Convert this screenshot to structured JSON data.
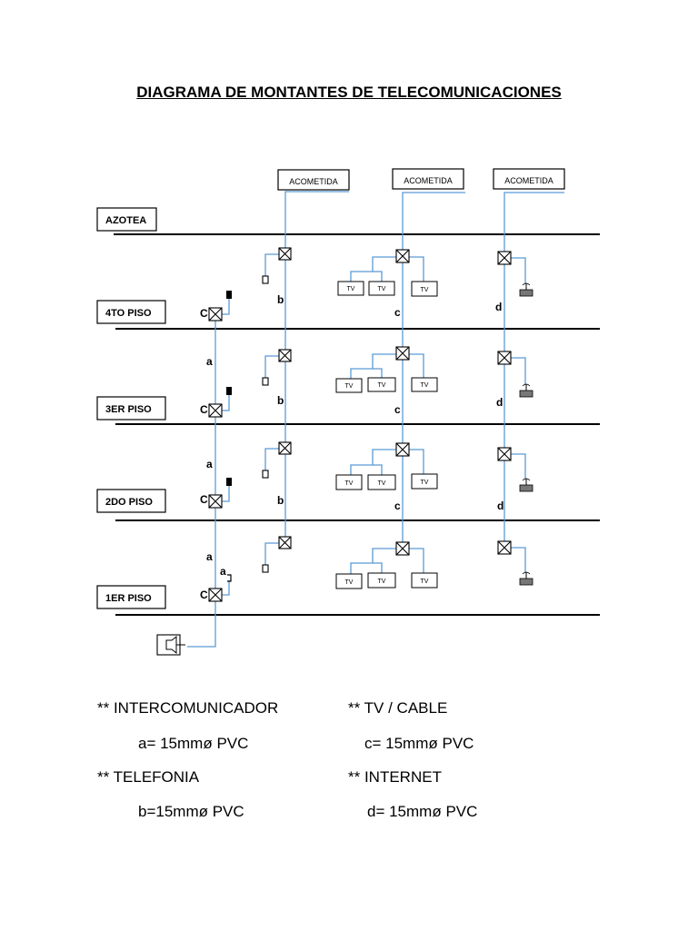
{
  "title": "DIAGRAMA DE MONTANTES DE TELECOMUNICACIONES",
  "floors": [
    "AZOTEA",
    "4TO PISO",
    "3ER PISO",
    "2DO PISO",
    "1ER PISO"
  ],
  "service_entry_label": "ACOMETIDA",
  "tv_label": "TV",
  "riser_labels": {
    "a": "a",
    "b": "b",
    "c": "c",
    "d": "d",
    "C": "C"
  },
  "legend": {
    "intercom_title": "** INTERCOMUNICADOR",
    "intercom_spec": "a= 15mmø PVC",
    "tv_title": "** TV / CABLE",
    "tv_spec": "c= 15mmø PVC",
    "phone_title": "** TELEFONIA",
    "phone_spec": "b=15mmø PVC",
    "internet_title": "** INTERNET",
    "internet_spec": "d= 15mmø PVC"
  },
  "colors": {
    "conduit": "#5b9bd5",
    "lines": "#000000"
  }
}
